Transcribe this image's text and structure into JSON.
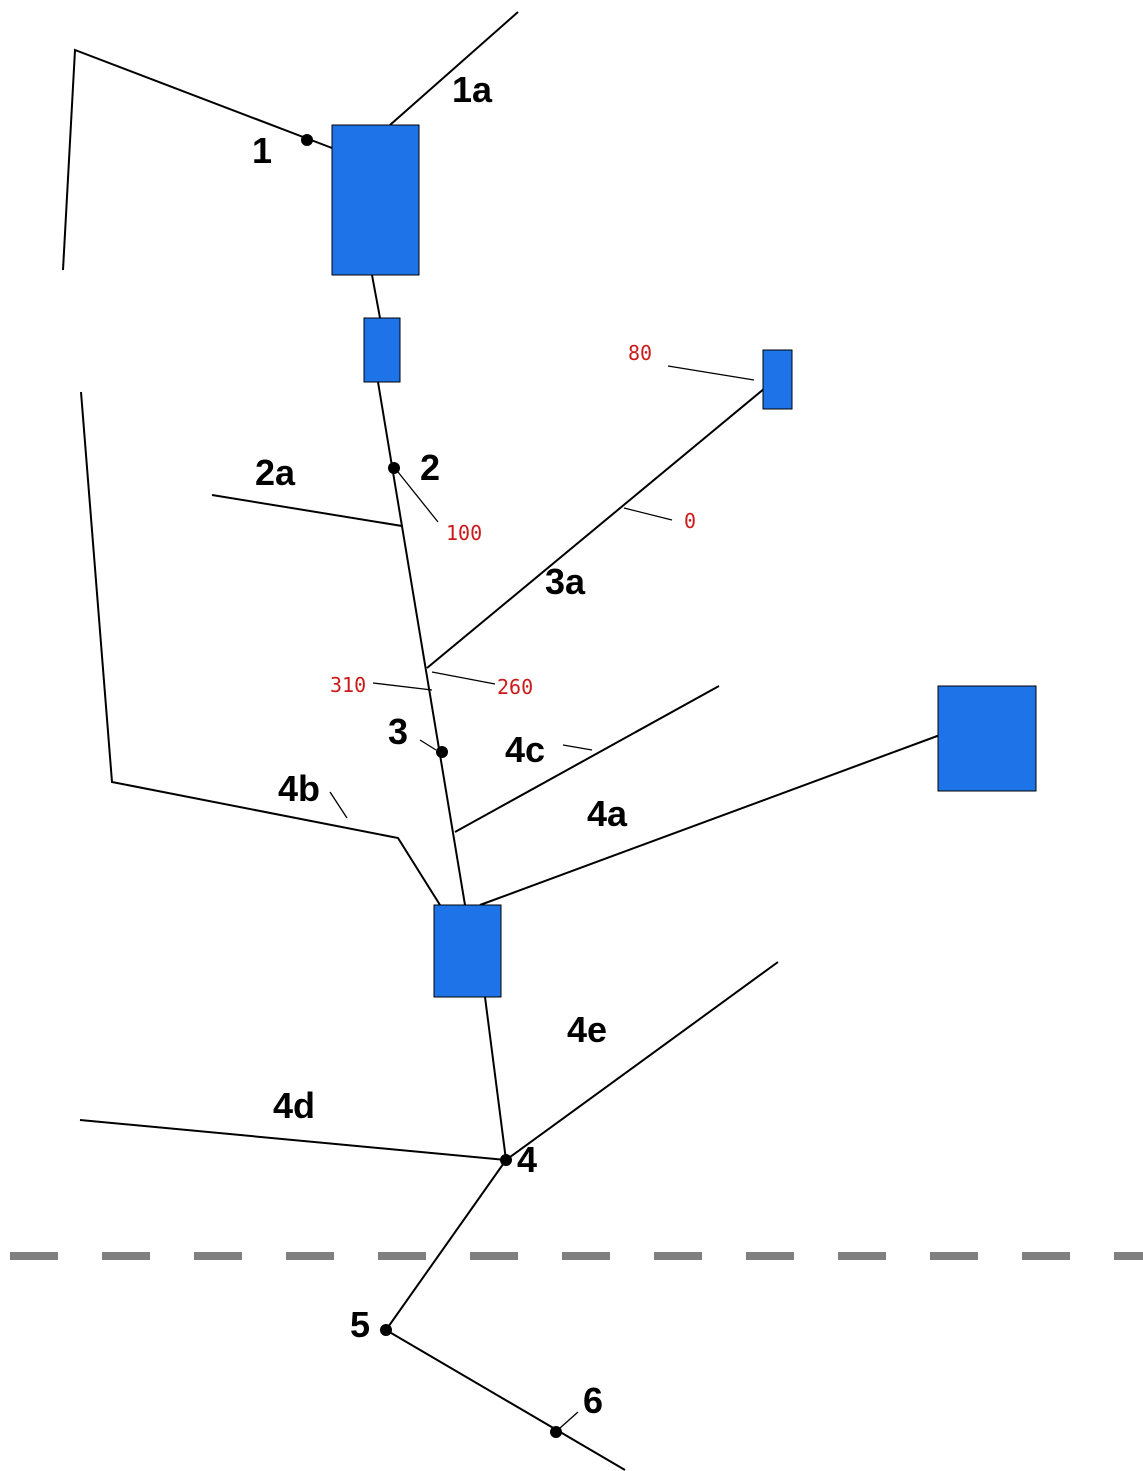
{
  "colors": {
    "box_fill": "#1F73E8",
    "line": "#000000",
    "distance_text": "#CC1A1A",
    "dashed_line": "#7F7F7F"
  },
  "labels": {
    "node_1": "1",
    "branch_1a": "1a",
    "node_2": "2",
    "branch_2a": "2a",
    "branch_3a": "3a",
    "node_3": "3",
    "branch_4a": "4a",
    "branch_4b": "4b",
    "branch_4c": "4c",
    "branch_4d": "4d",
    "branch_4e": "4e",
    "node_4": "4",
    "node_5": "5",
    "node_6": "6"
  },
  "distances": {
    "d80": "80",
    "d0": "0",
    "d100": "100",
    "d310": "310",
    "d260": "260"
  }
}
